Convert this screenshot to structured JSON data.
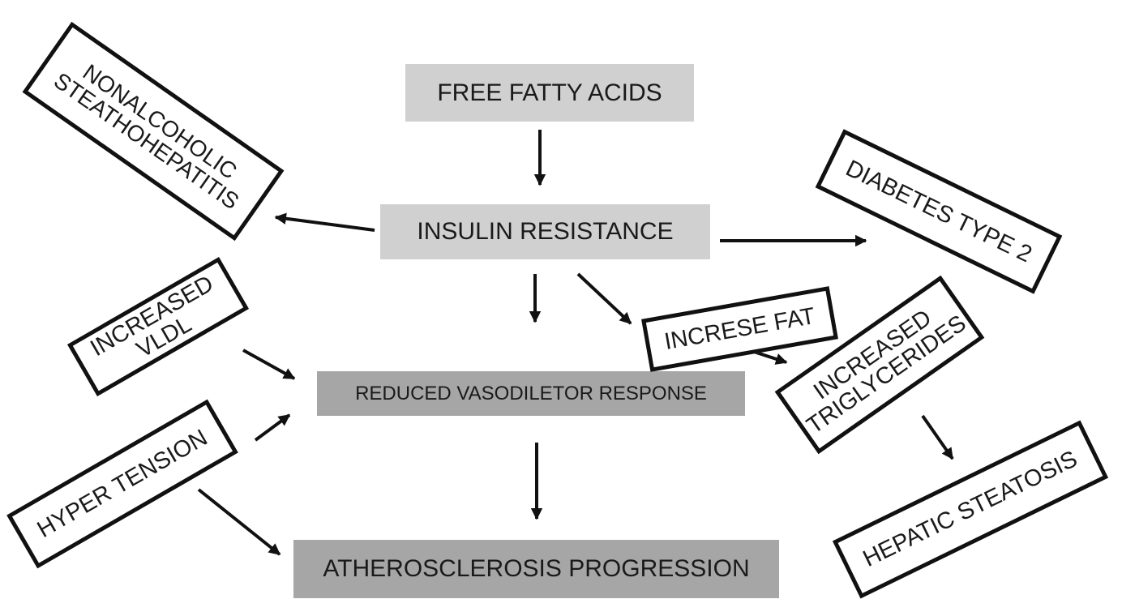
{
  "nodes": {
    "free_fatty_acids": "FREE FATTY ACIDS",
    "insulin_resistance": "INSULIN RESISTANCE",
    "reduced_vasodilator_response": "REDUCED VASODILETOR RESPONSE",
    "atherosclerosis_progression": "ATHEROSCLEROSIS PROGRESSION",
    "nonalcoholic_steatohepatitis": "NONALCOHOLIC\nSTEATHOHEPATITIS",
    "diabetes_type_2": "DIABETES TYPE 2",
    "increased_vldl": "INCREASED\nVLDL",
    "hyper_tension": "HYPER TENSION",
    "increse_fat": "INCRESE FAT",
    "increased_triglycerides": "INCREASED\nTRIGLYCERIDES",
    "hepatic_steatosis": "HEPATIC STEATOSIS"
  },
  "colors": {
    "light_box": "#d0d0d0",
    "dark_box": "#a6a6a6",
    "stroke": "#111111"
  }
}
